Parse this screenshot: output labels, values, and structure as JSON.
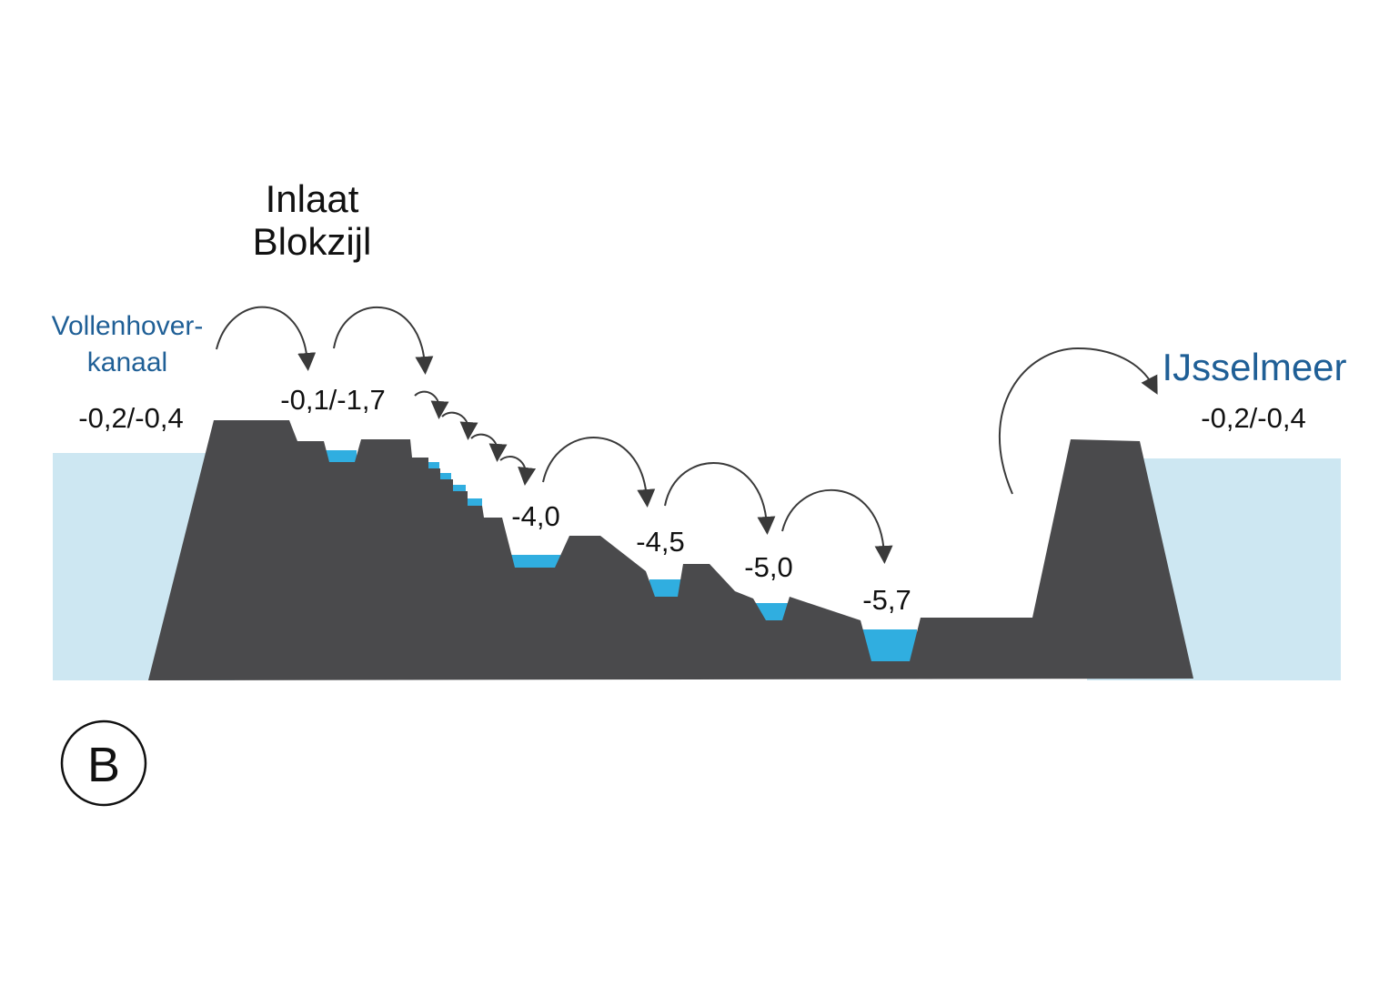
{
  "title": {
    "line1": "Inlaat",
    "line2": "Blokzijl"
  },
  "source_water": {
    "name_line1": "Vollenhover-",
    "name_line2": "kanaal",
    "level": "-0,2/-0,4"
  },
  "target_water": {
    "name": "IJsselmeer",
    "level": "-0,2/-0,4"
  },
  "polder_levels": [
    "-0,1/-1,7",
    "-4,0",
    "-4,5",
    "-5,0",
    "-5,7"
  ],
  "panel_label": "B",
  "colors": {
    "land": "#4a4a4c",
    "open_water": "#cde7f2",
    "canal_water": "#30aee0",
    "arrow": "#3a3a3a",
    "label_text": "#111111",
    "water_name_text": "#1f5f96"
  }
}
